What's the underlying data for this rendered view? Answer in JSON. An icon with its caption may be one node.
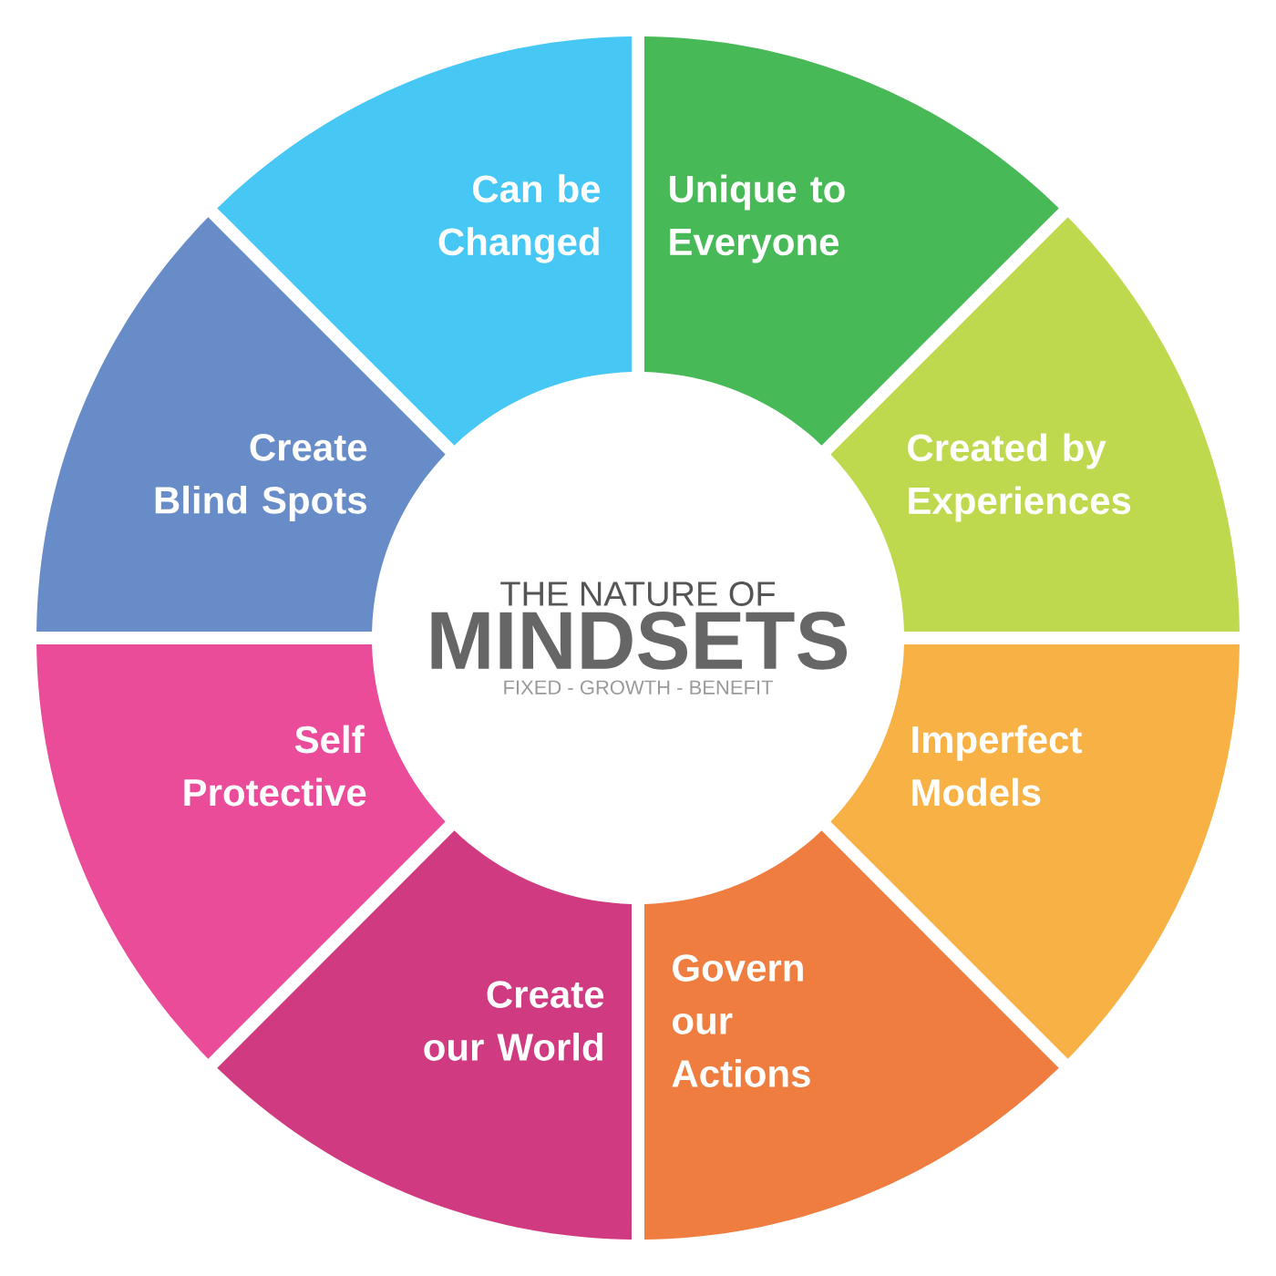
{
  "diagram": {
    "nodes": [
      {
        "text": [
          "THE NATURE OF",
          "MINDSETS",
          "FIXED - GROWTH - BENEFIT"
        ]
      },
      {
        "text": [
          "Can be Changed"
        ]
      },
      {
        "text": [
          "Unique to Everyone"
        ]
      },
      {
        "text": [
          "Create Blind Spots"
        ]
      },
      {
        "text": [
          "Created by Experiences"
        ]
      },
      {
        "text": [
          "Self Protective"
        ]
      },
      {
        "text": [
          "Imperfect Models"
        ]
      },
      {
        "text": [
          "Create our World"
        ]
      },
      {
        "text": [
          "Govern our Actions"
        ]
      }
    ]
  }
}
